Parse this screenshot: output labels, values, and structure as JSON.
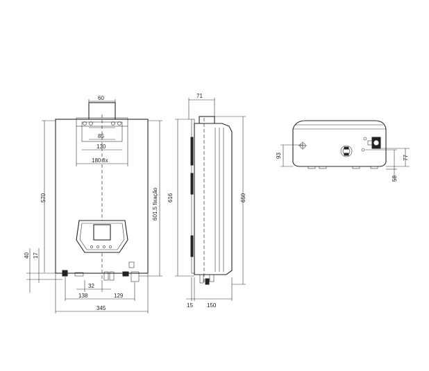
{
  "front_view": {
    "dims": {
      "top_width": "60",
      "bracket_inner": "85",
      "bracket_mid": "130",
      "bracket_fix": "180 fix",
      "height_total": "570",
      "fix_height": "601.5 fixação",
      "left_40": "40",
      "left_17": "17",
      "bottom_32": "32",
      "bottom_138": "138",
      "bottom_129": "129",
      "width_total": "345"
    }
  },
  "side_view": {
    "dims": {
      "top_71": "71",
      "height_616": "616",
      "height_650": "650",
      "bottom_15": "15",
      "bottom_150": "150"
    }
  },
  "bottom_view": {
    "dims": {
      "left_93": "93",
      "right_77": "77",
      "right_58": "58"
    }
  }
}
